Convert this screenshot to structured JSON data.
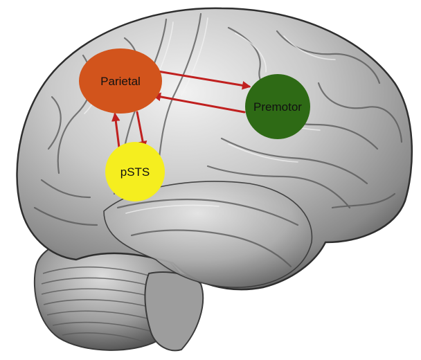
{
  "nodes": {
    "parietal": {
      "label": "Parietal",
      "color": "#d2541c"
    },
    "premotor": {
      "label": "Premotor",
      "color": "#2e6a15"
    },
    "psts": {
      "label": "pSTS",
      "color": "#f5ee1f"
    }
  },
  "connections": [
    {
      "from": "Parietal",
      "to": "Premotor"
    },
    {
      "from": "Premotor",
      "to": "Parietal"
    },
    {
      "from": "Parietal",
      "to": "pSTS"
    },
    {
      "from": "pSTS",
      "to": "Parietal"
    }
  ],
  "colors": {
    "arrow": "#c0201f",
    "brain_light": "#e6e6e6",
    "brain_mid": "#a8a8a8",
    "brain_dark": "#3c3c3c",
    "background": "#ffffff"
  }
}
